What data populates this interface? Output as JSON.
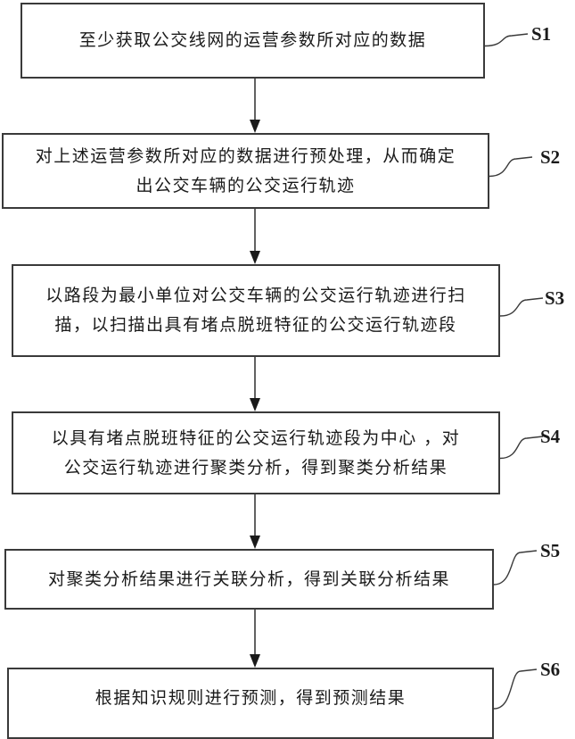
{
  "diagram": {
    "type": "flowchart",
    "steps": [
      {
        "id": "S1",
        "label": "S1",
        "text": "至少获取公交线网的运营参数所对应的数据"
      },
      {
        "id": "S2",
        "label": "S2",
        "text": "对上述运营参数所对应的数据进行预处理，从而确定\n出公交车辆的公交运行轨迹"
      },
      {
        "id": "S3",
        "label": "S3",
        "text": "以路段为最小单位对公交车辆的公交运行轨迹进行扫\n描，以扫描出具有堵点脱班特征的公交运行轨迹段"
      },
      {
        "id": "S4",
        "label": "S4",
        "text": "以具有堵点脱班特征的公交运行轨迹段为中心 ，对\n公交运行轨迹进行聚类分析，得到聚类分析结果"
      },
      {
        "id": "S5",
        "label": "S5",
        "text": "对聚类分析结果进行关联分析，得到关联分析结果"
      },
      {
        "id": "S6",
        "label": "S6",
        "text": "根据知识规则进行预测，得到预测结果"
      }
    ],
    "edges": [
      {
        "from": "S1",
        "to": "S2"
      },
      {
        "from": "S2",
        "to": "S3"
      },
      {
        "from": "S3",
        "to": "S4"
      },
      {
        "from": "S4",
        "to": "S5"
      },
      {
        "from": "S5",
        "to": "S6"
      }
    ],
    "colors": {
      "stroke": "#3a3a3a",
      "text": "#1a1a1a",
      "background": "#ffffff"
    }
  }
}
